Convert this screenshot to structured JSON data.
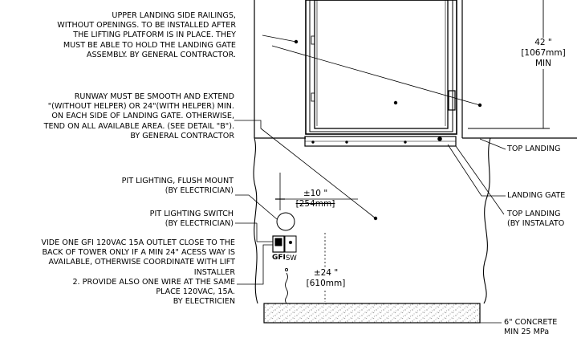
{
  "notes": {
    "upper_railings": [
      "UPPER LANDING SIDE RAILINGS,",
      "WITHOUT OPENINGS. TO BE INSTALLED AFTER",
      "THE LIFTING PLATFORM IS IN PLACE. THEY",
      "MUST BE ABLE TO HOLD THE LANDING GATE",
      "ASSEMBLY.  BY GENERAL CONTRACTOR."
    ],
    "runway": [
      "RUNWAY MUST BE SMOOTH AND EXTEND",
      "\"(WITHOUT HELPER) OR 24\"(WITH HELPER) MIN.",
      "ON EACH SIDE OF LANDING GATE. OTHERWISE,",
      "TEND ON ALL AVAILABLE AREA. (SEE DETAIL \"B\").",
      "BY GENERAL CONTRACTOR"
    ],
    "pit_lighting": [
      "PIT LIGHTING, FLUSH MOUNT",
      "(BY ELECTRICIAN)"
    ],
    "pit_switch": [
      "PIT LIGHTING SWITCH",
      "(BY ELECTRICIAN)"
    ],
    "outlet": [
      "VIDE ONE GFI 120VAC 15A OUTLET CLOSE TO THE",
      "BACK OF TOWER ONLY IF A MIN 24\" ACESS WAY IS",
      "AVAILABLE, OTHERWISE COORDINATE WITH LIFT",
      "INSTALLER",
      "2. PROVIDE ALSO ONE WIRE AT THE SAME",
      "PLACE 120VAC, 15A.",
      "BY ELECTRICIEN"
    ]
  },
  "labels": {
    "top_landing": "TOP LANDING",
    "landing_gate": "LANDING GATE",
    "top_landing_by": [
      "TOP LANDING",
      "(BY INSTALATO"
    ],
    "concrete": [
      "6\" CONCRETE",
      "MIN 25 MPa"
    ],
    "gfi": "GFI",
    "sw": "SW"
  },
  "dimensions": {
    "height": [
      "42 \"",
      "[1067mm]",
      "MIN"
    ],
    "offset": [
      "±10 \"",
      "[254mm]"
    ],
    "pit": [
      "±24 \"",
      "[610mm]"
    ]
  }
}
